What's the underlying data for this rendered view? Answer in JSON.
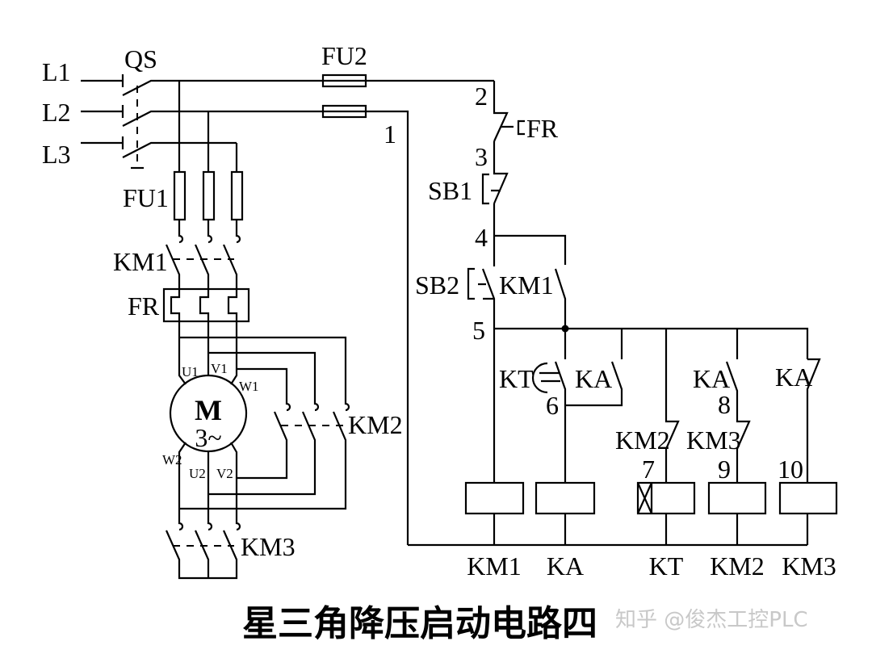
{
  "power": {
    "lines": [
      "L1",
      "L2",
      "L3"
    ],
    "switch": "QS",
    "fuse_main": "FU1",
    "fuse_control": "FU2",
    "contactor_main": "KM1",
    "overload": "FR",
    "motor_letter": "M",
    "motor_phase": "3~",
    "terminals": [
      "U1",
      "V1",
      "W1",
      "W2",
      "U2",
      "V2"
    ],
    "contactor_delta": "KM2",
    "contactor_star": "KM3"
  },
  "control": {
    "nodes": [
      "1",
      "2",
      "3",
      "4",
      "5",
      "6",
      "7",
      "8",
      "9",
      "10"
    ],
    "fr_contact": "FR",
    "stop_button": "SB1",
    "start_button": "SB2",
    "km1_hold": "KM1",
    "kt_contact": "KT",
    "ka_contact_1": "KA",
    "ka_contact_2": "KA",
    "ka_contact_3": "KA",
    "km2_interlock": "KM2",
    "km3_interlock": "KM3",
    "coils": [
      "KM1",
      "KA",
      "KT",
      "KM2",
      "KM3"
    ]
  },
  "title": "星三角降压启动电路四",
  "watermark": "知乎 @俊杰工控PLC"
}
